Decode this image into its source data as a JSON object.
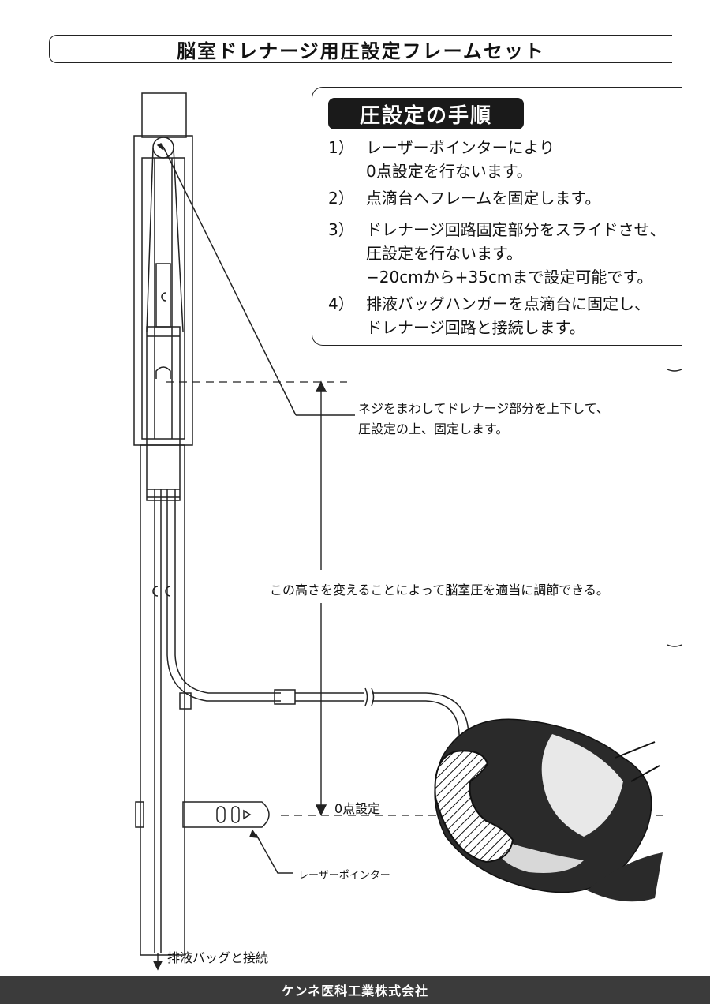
{
  "title": "脳室ドレナージ用圧設定フレームセット",
  "procedure": {
    "heading": "圧設定の手順",
    "steps": [
      {
        "num": "1）",
        "lines": [
          "レーザーポインターにより",
          "0点設定を行ないます。"
        ]
      },
      {
        "num": "2）",
        "lines": [
          "点滴台へフレームを固定します。"
        ]
      },
      {
        "num": "3）",
        "lines": [
          "ドレナージ回路固定部分をスライドさせ、",
          "圧設定を行ないます。",
          "−20cmから+35cmまで設定可能です。"
        ]
      },
      {
        "num": "4）",
        "lines": [
          "排液バッグハンガーを点滴台に固定し、",
          "ドレナージ回路と接続します。"
        ]
      }
    ]
  },
  "annotations": {
    "screw": [
      "ネジをまわしてドレナージ部分を上下して、",
      "圧設定の上、固定します。"
    ],
    "height": "この高さを変えることによって脳室圧を適当に調節できる。",
    "zero_point": "0点設定",
    "laser_pointer": "レーザーポインター",
    "drain_bag": "排液バッグと接続"
  },
  "footer": "ケンネ医科工業株式会社"
}
